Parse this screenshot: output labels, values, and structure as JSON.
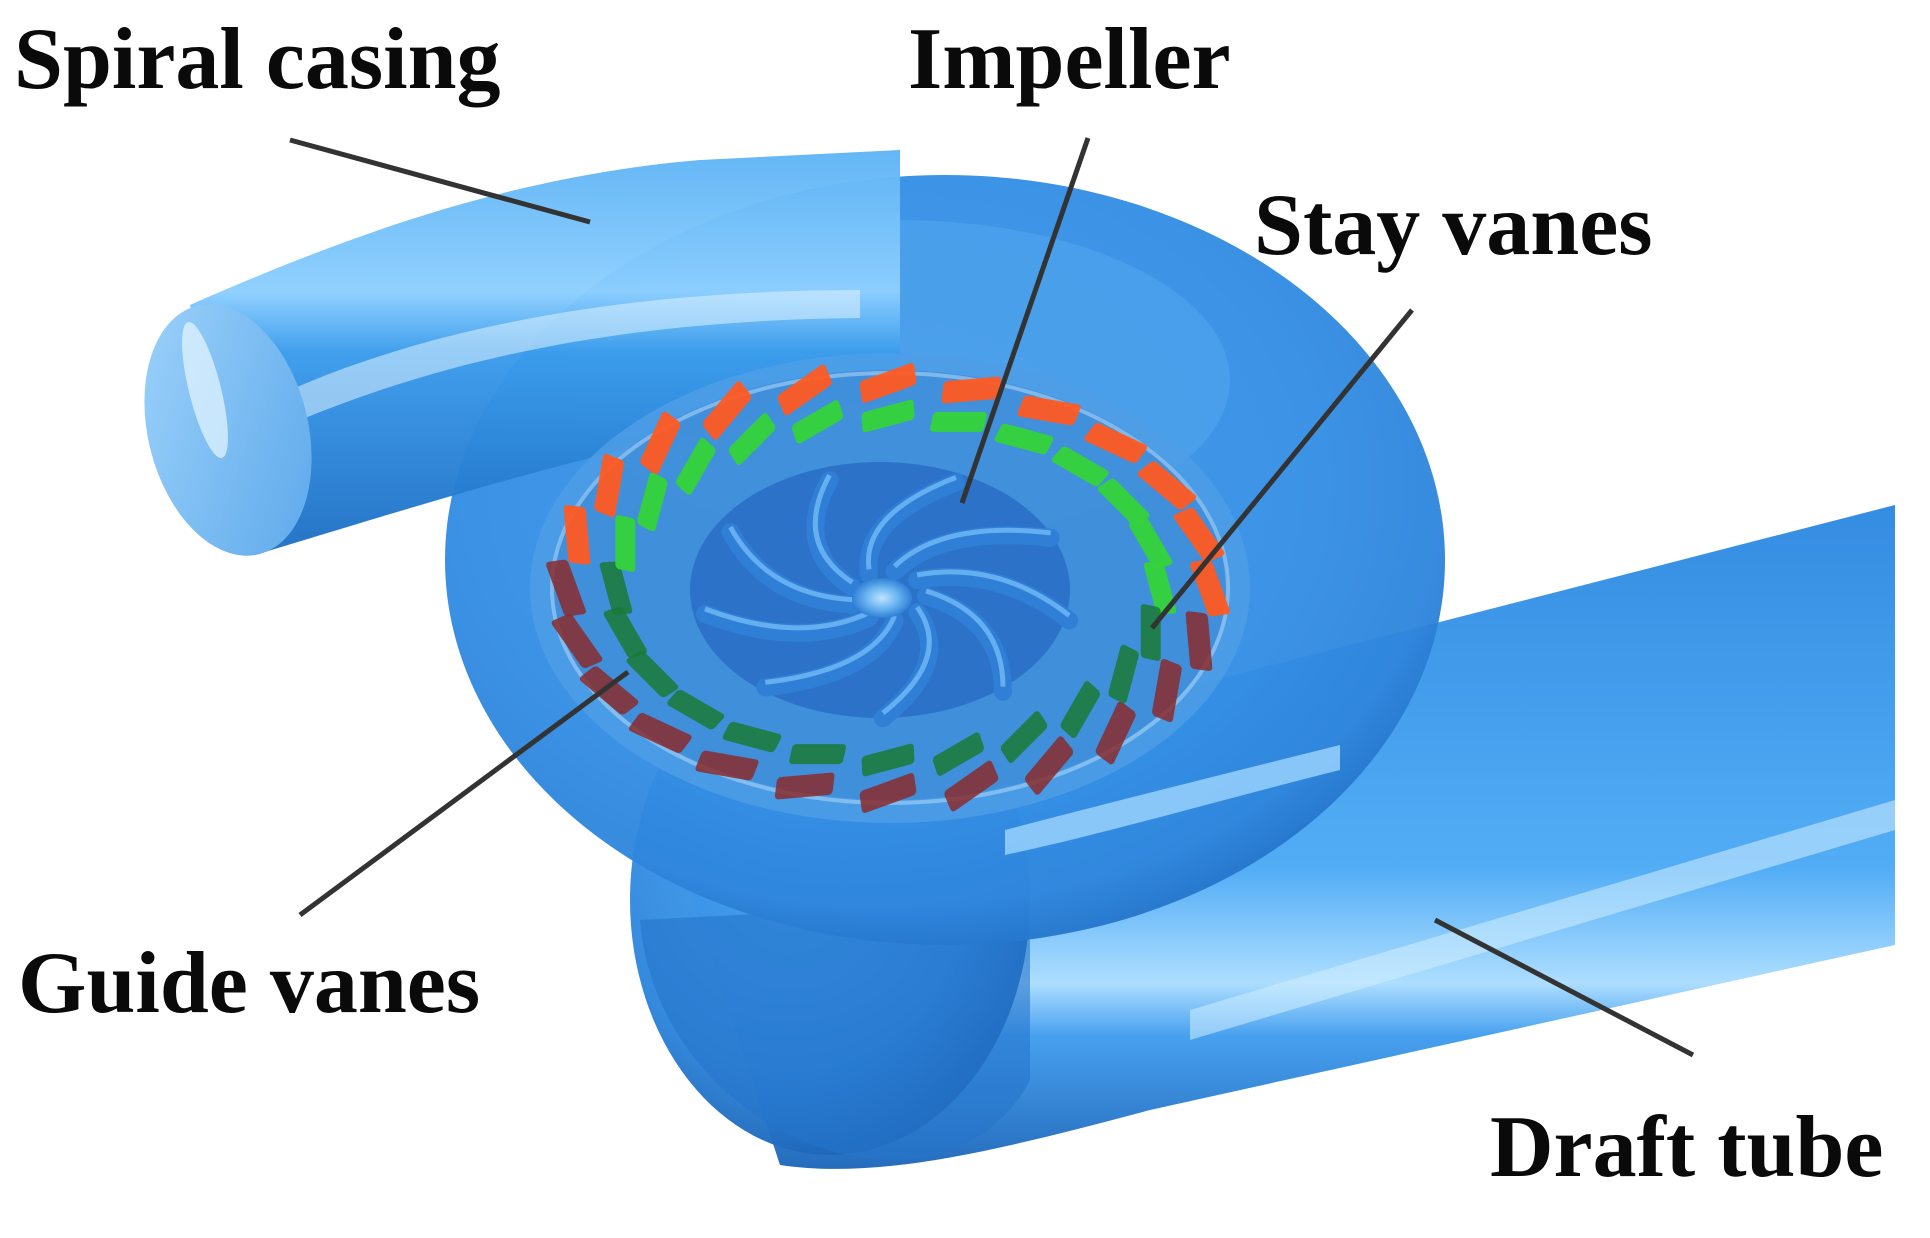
{
  "labels": {
    "spiral_casing": "Spiral casing",
    "impeller": "Impeller",
    "stay_vanes": "Stay vanes",
    "guide_vanes": "Guide vanes",
    "draft_tube": "Draft tube"
  },
  "counts": {
    "impeller_blades": 9,
    "guide_vanes": 24,
    "stay_vanes": 24
  },
  "colors": {
    "casing_light": "#8fd0ff",
    "casing_mid": "#3a9bea",
    "casing_dark": "#1d6cc0",
    "guide_vane": "#35d33a",
    "guide_vane_dark": "#1a7a35",
    "stay_vane": "#ff5a22",
    "stay_vane_dark": "#8a2c2c",
    "impeller": "#2f7fd6",
    "leader_line": "#333333",
    "text": "#0a0a0a"
  }
}
